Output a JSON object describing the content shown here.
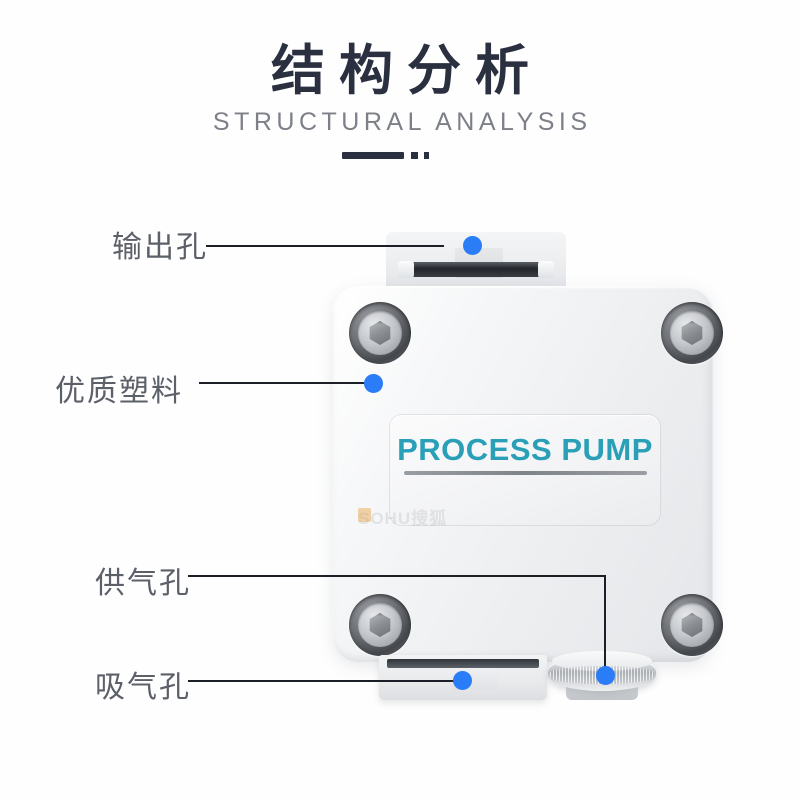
{
  "header": {
    "title_cn": "结构分析",
    "title_en": "STRUCTURAL ANALYSIS",
    "divider_color": "#2b3040"
  },
  "colors": {
    "marker_blue": "#2a7cf7",
    "brand_teal": "#2a9fb8",
    "title_dark": "#2b3040",
    "label_gray": "#5c6068",
    "leader_line": "#1d1f26"
  },
  "callouts": [
    {
      "id": "output-hole",
      "label": "输出孔"
    },
    {
      "id": "quality-plastic",
      "label": "优质塑料"
    },
    {
      "id": "air-supply-hole",
      "label": "供气孔"
    },
    {
      "id": "air-intake-hole",
      "label": "吸气孔"
    }
  ],
  "product": {
    "brand_text": "PROCESS PUMP",
    "watermark": "SOHU搜狐",
    "screw_count": 4
  }
}
